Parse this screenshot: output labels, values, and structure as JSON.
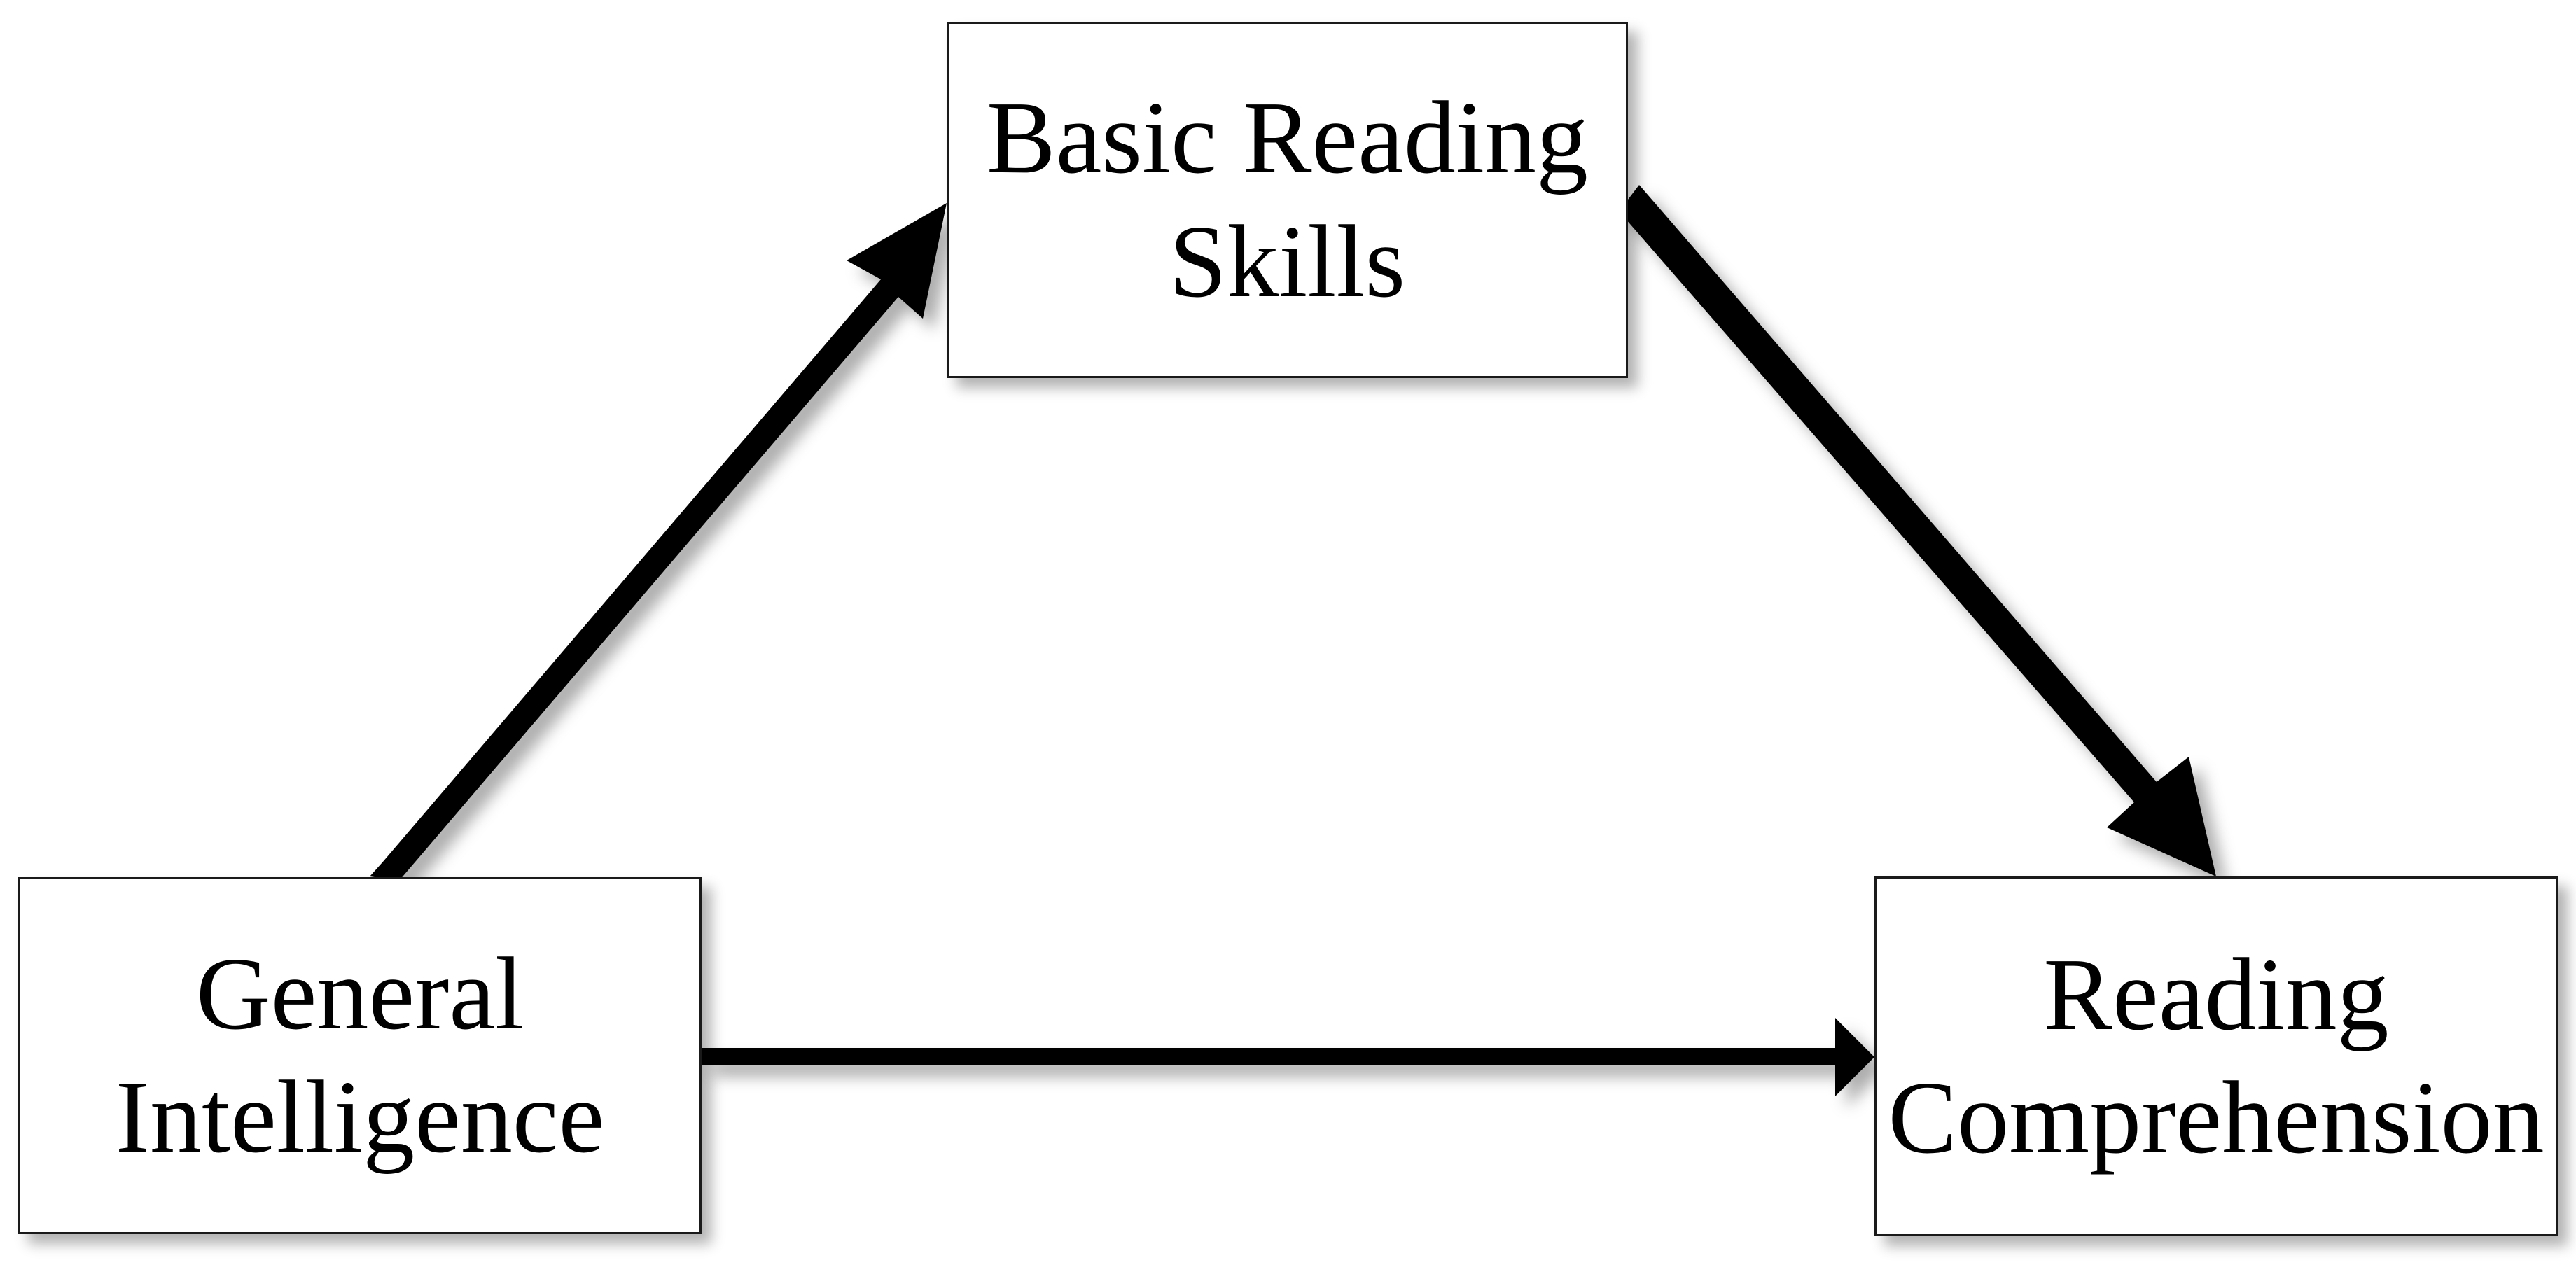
{
  "diagram": {
    "type": "mediation-model",
    "background_color": "#ffffff",
    "stroke_color": "#000000",
    "nodes": [
      {
        "id": "basic-reading-skills",
        "label": "Basic Reading\nSkills",
        "position": "top-center"
      },
      {
        "id": "general-intelligence",
        "label": "General\nIntelligence",
        "position": "bottom-left"
      },
      {
        "id": "reading-comprehension",
        "label": "Reading\nComprehension",
        "position": "bottom-right"
      }
    ],
    "edges": [
      {
        "id": "gi-to-brs",
        "from": "general-intelligence",
        "to": "basic-reading-skills",
        "style": "solid",
        "arrowhead": "barbed",
        "label": ""
      },
      {
        "id": "brs-to-rc",
        "from": "basic-reading-skills",
        "to": "reading-comprehension",
        "style": "solid",
        "arrowhead": "barbed",
        "label": ""
      },
      {
        "id": "gi-to-rc",
        "from": "general-intelligence",
        "to": "reading-comprehension",
        "style": "solid",
        "arrowhead": "triangle",
        "label": ""
      }
    ]
  }
}
